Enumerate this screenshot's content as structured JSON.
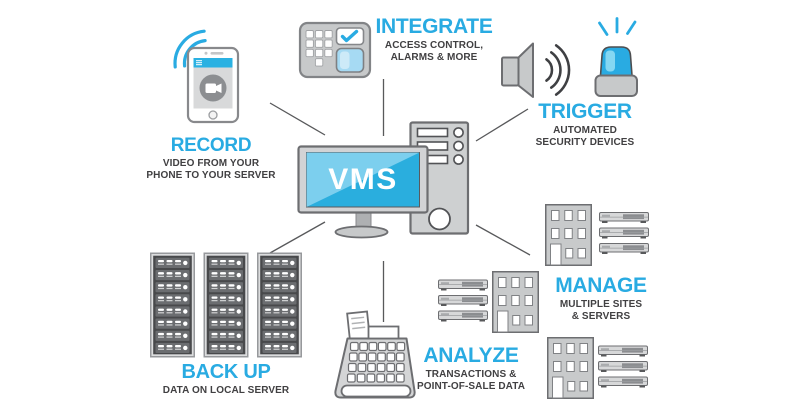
{
  "colors": {
    "accent": "#29abe2",
    "text_dark": "#414042",
    "screen_cyan": "#2aaede",
    "screen_light": "#7ccfee",
    "icon_gray": "#c7c9ca",
    "outline_gray": "#6d6e71",
    "rack_dark": "#48494b"
  },
  "center": {
    "label": "VMS"
  },
  "nodes": {
    "record": {
      "title": "RECORD",
      "lines": [
        "VIDEO FROM YOUR",
        "PHONE TO YOUR SERVER"
      ]
    },
    "integrate": {
      "title": "INTEGRATE",
      "lines": [
        "ACCESS CONTROL,",
        "ALARMS & MORE"
      ]
    },
    "trigger": {
      "title": "TRIGGER",
      "lines": [
        "AUTOMATED",
        "SECURITY DEVICES"
      ]
    },
    "manage": {
      "title": "MANAGE",
      "lines": [
        "MULTIPLE SITES",
        "& SERVERS"
      ]
    },
    "analyze": {
      "title": "ANALYZE",
      "lines": [
        "TRANSACTIONS &",
        "POINT-OF-SALE DATA"
      ]
    },
    "backup": {
      "title": "BACK UP",
      "lines": [
        "DATA ON LOCAL SERVER"
      ]
    }
  },
  "icons": {
    "record": "smartphone-video-icon + wifi-signal-icon",
    "integrate": "access-keypad-icon",
    "trigger": "speaker-icon + alarm-beacon-icon",
    "manage": "building-icon + rack-mount-server-icon",
    "analyze": "cash-register-icon",
    "backup": "server-rack-icon",
    "center": "monitor-icon + tower-pc-icon"
  }
}
